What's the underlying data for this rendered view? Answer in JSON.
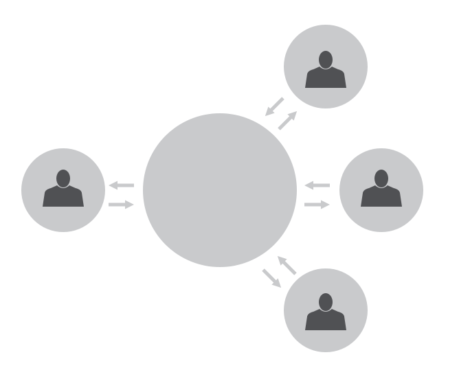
{
  "colors": {
    "circle": "#c9cacc",
    "icon": "#505154",
    "arrow": "#c9cacc",
    "background": "#ffffff"
  },
  "diagram": {
    "hub": {
      "label": ""
    },
    "nodes": [
      {
        "id": "top-right",
        "icon": "person-icon"
      },
      {
        "id": "right",
        "icon": "person-icon"
      },
      {
        "id": "bottom-right",
        "icon": "person-icon"
      },
      {
        "id": "left",
        "icon": "person-icon"
      }
    ],
    "connections": [
      "bidirectional",
      "bidirectional",
      "bidirectional",
      "bidirectional"
    ]
  }
}
